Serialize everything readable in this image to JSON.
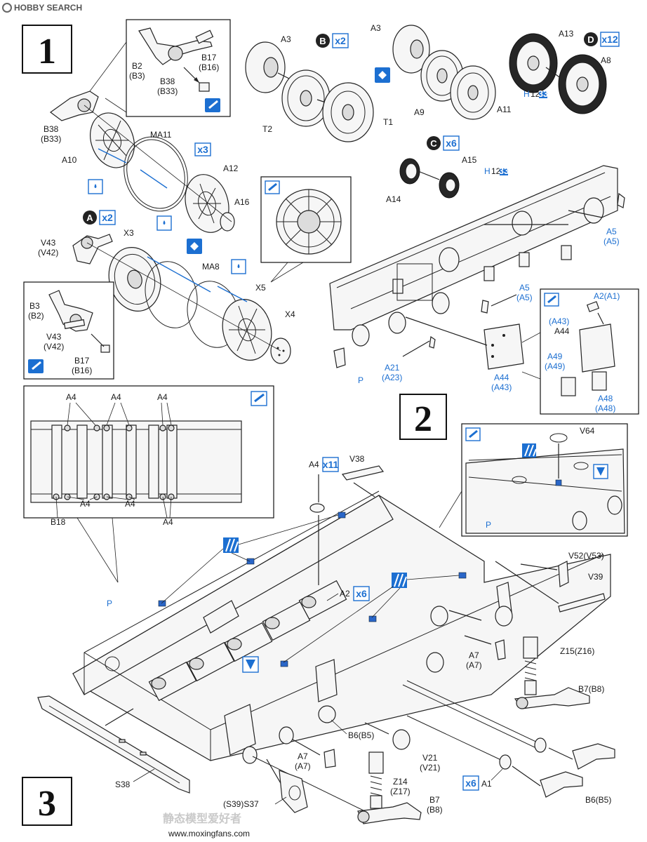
{
  "watermark": {
    "brand": "HOBBY SEARCH",
    "footer_cn": "静态模型爱好者",
    "footer_url": "www.moxingfans.com"
  },
  "steps": [
    {
      "number": "1"
    },
    {
      "number": "2"
    },
    {
      "number": "3"
    }
  ],
  "groups": [
    {
      "id": "A",
      "mult": "x2"
    },
    {
      "id": "B",
      "mult": "x2"
    },
    {
      "id": "C",
      "mult": "x6"
    },
    {
      "id": "D",
      "mult": "x12"
    }
  ],
  "multipliers": {
    "ma11": "x3",
    "a2": "x6",
    "a4": "x11",
    "a1": "x6"
  },
  "paint_chip": {
    "h": "H",
    "n1": "12",
    "n2": "33"
  },
  "labels": {
    "b2": "B2",
    "b3": "(B3)",
    "b38": "B38",
    "b33": "(B33)",
    "b17": "B17",
    "b16": "(B16)",
    "b38b": "B38",
    "b33b": "(B33)",
    "a10": "A10",
    "ma11": "MA11",
    "a12": "A12",
    "a16": "A16",
    "a3": "A3",
    "t2": "T2",
    "t1": "T1",
    "a3b": "A3",
    "a9": "A9",
    "a11": "A11",
    "a13": "A13",
    "a8": "A8",
    "a15": "A15",
    "a14": "A14",
    "v43": "V43",
    "v42": "(V42)",
    "x3": "X3",
    "ma8": "MA8",
    "x5": "X5",
    "x4": "X4",
    "b3i": "B3",
    "b2i": "(B2)",
    "v43i": "V43",
    "v42i": "(V42)",
    "b17i": "B17",
    "b16i": "(B16)",
    "a5": "A5",
    "a5p": "(A5)",
    "a5b": "A5",
    "a5bp": "(A5)",
    "a2a1": "A2(A1)",
    "a43": "(A43)",
    "a44": "A44",
    "a49": "A49",
    "a49p": "(A49)",
    "a48": "A48",
    "a48p": "(A48)",
    "a21": "A21",
    "a23": "(A23)",
    "a44b": "A44",
    "a43b": "(A43)",
    "p1": "P",
    "a4": "A4",
    "b18": "B18",
    "v64": "V64",
    "p2": "P",
    "a4x": "A4",
    "v38": "V38",
    "v52": "V52(V53)",
    "v39": "V39",
    "p3": "P",
    "a2": "A2",
    "a7": "A7",
    "a7p": "(A7)",
    "z15": "Z15(Z16)",
    "b7": "B7(B8)",
    "b6": "B6(B5)",
    "a7b": "A7",
    "a7bp": "(A7)",
    "v21": "V21",
    "v21p": "(V21)",
    "z14": "Z14",
    "z17": "(Z17)",
    "b7b": "B7",
    "b8b": "(B8)",
    "a1": "A1",
    "b6b": "B6(B5)",
    "s38": "S38",
    "s39": "(S39)S37"
  }
}
